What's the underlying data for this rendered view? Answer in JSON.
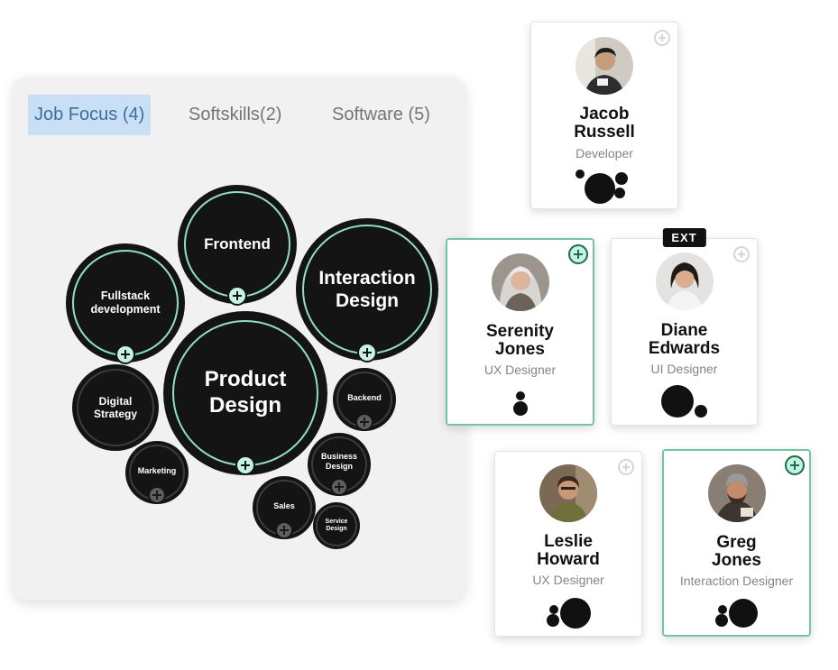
{
  "tabs": [
    {
      "label": "Job Focus (4)",
      "active": true
    },
    {
      "label": "Softskills(2)",
      "active": false
    },
    {
      "label": "Software (5)",
      "active": false
    }
  ],
  "skills": {
    "frontend": {
      "line1": "Frontend",
      "line2": ""
    },
    "interaction": {
      "line1": "Interaction",
      "line2": "Design"
    },
    "fullstack": {
      "line1": "Fullstack",
      "line2": "development"
    },
    "product": {
      "line1": "Product",
      "line2": "Design"
    },
    "digital": {
      "line1": "Digital",
      "line2": "Strategy"
    },
    "marketing": {
      "line1": "Marketing",
      "line2": ""
    },
    "backend": {
      "line1": "Backend",
      "line2": ""
    },
    "business": {
      "line1": "Business",
      "line2": "Design"
    },
    "sales": {
      "line1": "Sales",
      "line2": ""
    },
    "service": {
      "line1": "Service",
      "line2": "Design"
    }
  },
  "people": {
    "jacob": {
      "first": "Jacob",
      "last": "Russell",
      "role": "Developer",
      "badge": "",
      "selected": false
    },
    "serenity": {
      "first": "Serenity",
      "last": "Jones",
      "role": "UX Designer",
      "badge": "",
      "selected": true
    },
    "diane": {
      "first": "Diane",
      "last": "Edwards",
      "role": "UI Designer",
      "badge": "EXT",
      "selected": false
    },
    "leslie": {
      "first": "Leslie",
      "last": "Howard",
      "role": "UX Designer",
      "badge": "",
      "selected": false
    },
    "greg": {
      "first": "Greg",
      "last": "Jones",
      "role": "Interaction Designer",
      "badge": "",
      "selected": true
    }
  },
  "icons": {
    "plus": "plus-icon",
    "avatar": "avatar-photo"
  },
  "colors": {
    "bubble": "#141414",
    "accent_ring": "#8fe0c3",
    "selected_border": "#72c7a3",
    "active_tab_bg": "#c8dff6",
    "active_tab_text": "#3b6f9c"
  }
}
